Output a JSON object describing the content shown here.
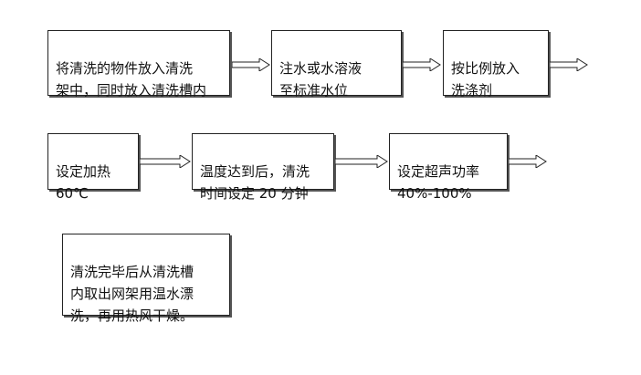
{
  "process": {
    "row1": {
      "step1": "将清洗的物件放入清洗\n架中，同时放入清洗槽内",
      "step2": "注水或水溶液\n至标准水位",
      "step3": "按比例放入\n洗涤剂"
    },
    "row2": {
      "step4": "设定加热\n60℃",
      "step5": "温度达到后，清洗\n时间设定 20 分钟",
      "step6": "设定超声功率\n40%-100%"
    },
    "row3": {
      "step7": "清洗完毕后从清洗槽\n内取出网架用温水漂\n洗，再用热风干燥。"
    }
  }
}
